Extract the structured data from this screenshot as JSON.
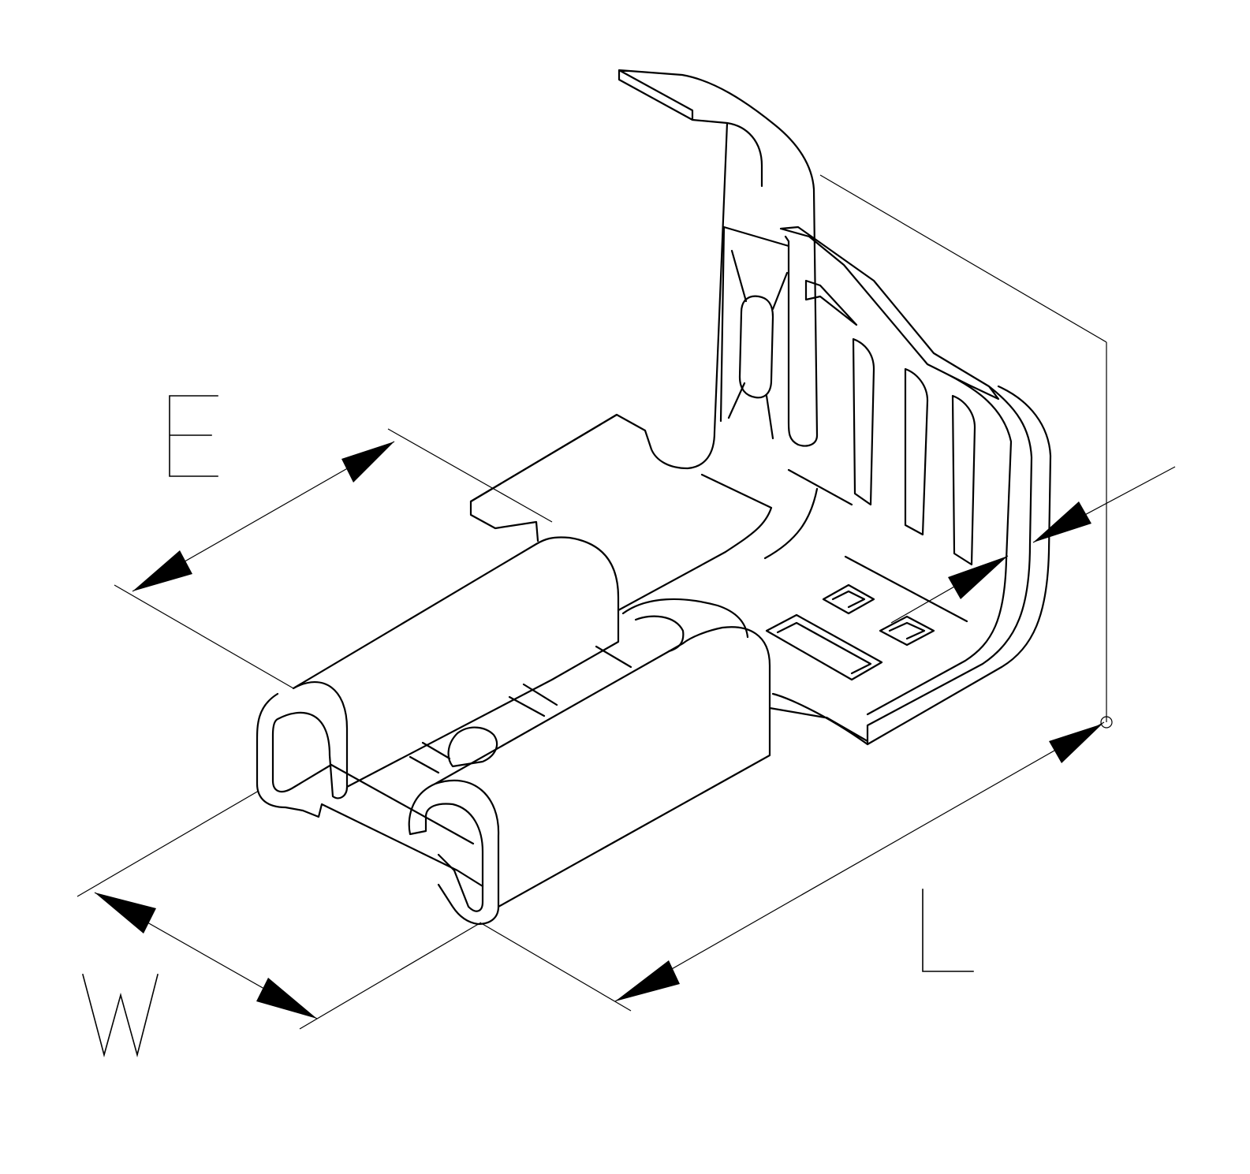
{
  "dimensions": [
    {
      "id": "E",
      "label": "E"
    },
    {
      "id": "W",
      "label": "W"
    },
    {
      "id": "L",
      "label": "L"
    }
  ]
}
